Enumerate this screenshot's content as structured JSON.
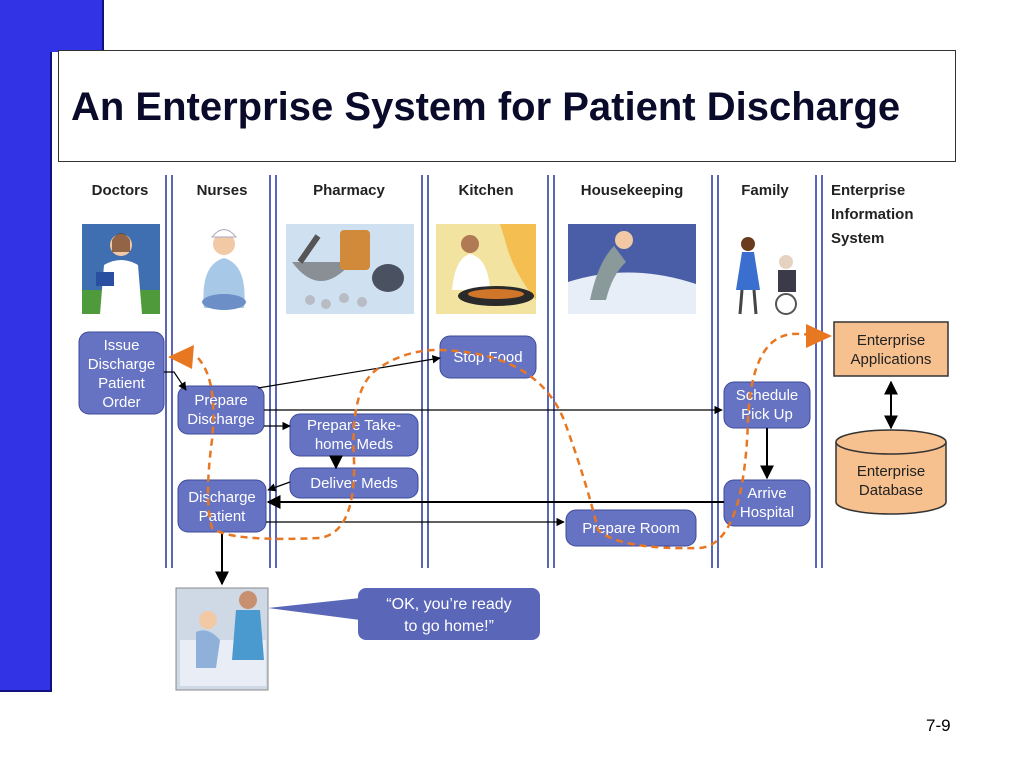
{
  "slide": {
    "title": "An Enterprise System for Patient Discharge",
    "page_number": "7-9"
  },
  "lanes": {
    "doctors": "Doctors",
    "nurses": "Nurses",
    "pharmacy": "Pharmacy",
    "kitchen": "Kitchen",
    "housekeeping": "Housekeeping",
    "family": "Family",
    "eis_line1": "Enterprise",
    "eis_line2": "Information",
    "eis_line3": "System"
  },
  "steps": {
    "issue_order": [
      "Issue",
      "Discharge",
      "Patient",
      "Order"
    ],
    "prepare_discharge": [
      "Prepare",
      "Discharge"
    ],
    "prepare_meds": [
      "Prepare Take-",
      "home Meds"
    ],
    "deliver_meds": [
      "Deliver Meds"
    ],
    "discharge_patient": [
      "Discharge",
      "Patient"
    ],
    "stop_food": [
      "Stop Food"
    ],
    "prepare_room": [
      "Prepare Room"
    ],
    "schedule_pickup": [
      "Schedule",
      "Pick Up"
    ],
    "arrive_hospital": [
      "Arrive",
      "Hospital"
    ]
  },
  "system": {
    "applications": [
      "Enterprise",
      "Applications"
    ],
    "database": [
      "Enterprise",
      "Database"
    ]
  },
  "speech_bubble": [
    "“OK, you’re ready",
    "to go home!”"
  ],
  "colors": {
    "accent": "#3333e6",
    "process_box": "#6673c2",
    "enterprise_box": "#f7c08f",
    "flow_dashes": "#e87722",
    "lane_line": "#5a66b8"
  }
}
